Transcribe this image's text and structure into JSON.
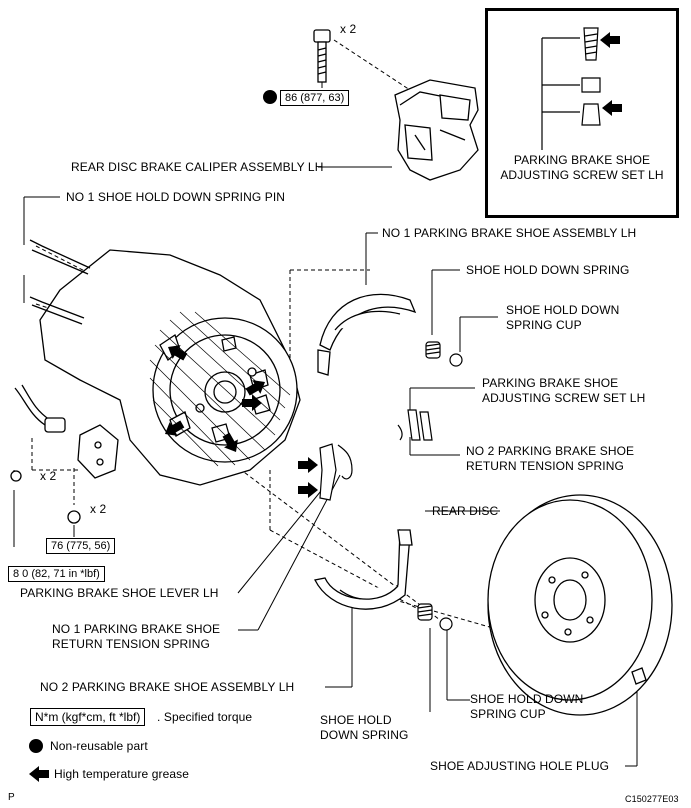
{
  "labels": {
    "caliper": "REAR DISC BRAKE CALIPER ASSEMBLY LH",
    "hold_pin": "NO  1 SHOE HOLD DOWN SPRING PIN",
    "shoe1": "NO  1 PARKING BRAKE SHOE ASSEMBLY LH",
    "hold_spring_r": "SHOE HOLD DOWN SPRING",
    "hold_cup_r_1": "SHOE HOLD DOWN",
    "hold_cup_r_2": "SPRING CUP",
    "adj_set_1": "PARKING BRAKE SHOE",
    "adj_set_2": "ADJUSTING SCREW SET LH",
    "ret2_1": "NO  2 PARKING BRAKE SHOE",
    "ret2_2": "RETURN TENSION SPRING",
    "rear_disc": "REAR DISC",
    "lever": "PARKING BRAKE SHOE LEVER LH",
    "ret1_1": "NO  1 PARKING BRAKE SHOE",
    "ret1_2": "RETURN TENSION SPRING",
    "shoe2": "NO  2 PARKING BRAKE SHOE ASSEMBLY LH",
    "hold_cup_b_1": "SHOE HOLD DOWN",
    "hold_cup_b_2": "SPRING CUP",
    "hold_spring_b_1": "SHOE HOLD",
    "hold_spring_b_2": "DOWN SPRING",
    "plug": "SHOE ADJUSTING HOLE PLUG",
    "inset_1": "PARKING BRAKE SHOE",
    "inset_2": "ADJUSTING SCREW SET LH"
  },
  "torque": {
    "caliper_bolt": "86 (877, 63)",
    "bolt_mid": "76 (775, 56)",
    "bolt_left": "8 0 (82, 71 in *lbf)",
    "qty_top": "x 2",
    "qty_left": "x 2",
    "qty_mid": "x 2"
  },
  "legend": {
    "torque_box": "N*m (kgf*cm, ft *lbf)",
    "torque_text": ". Specified torque",
    "nonreusable": "Non-reusable part",
    "grease": "High temperature grease"
  },
  "footer": {
    "page_mark": "P",
    "code": "C150277E03"
  }
}
